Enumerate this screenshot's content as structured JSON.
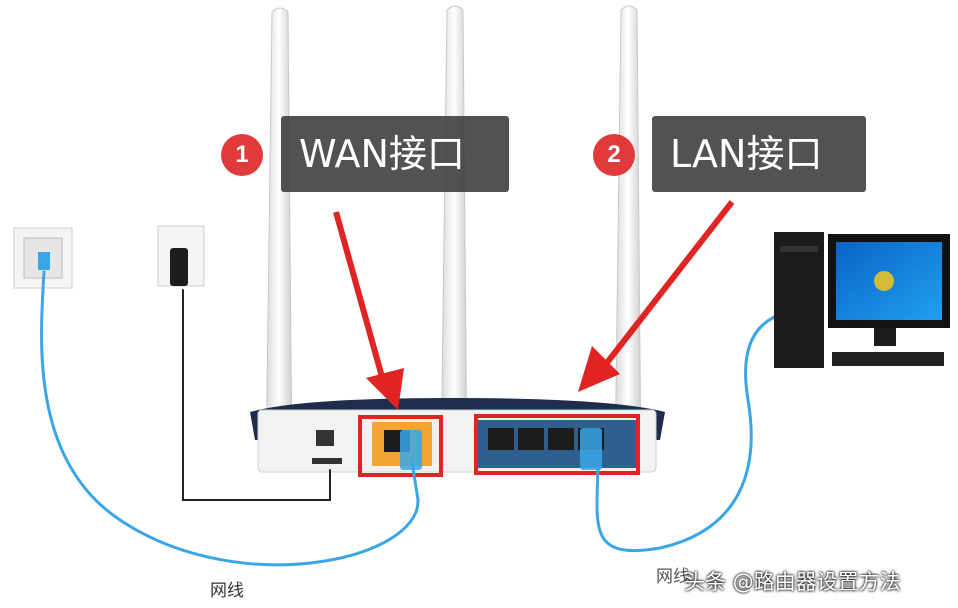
{
  "callouts": [
    {
      "number": "1",
      "label": "WAN接口"
    },
    {
      "number": "2",
      "label": "LAN接口"
    }
  ],
  "captions": {
    "cable_label": "网线",
    "partial_caption": "网线"
  },
  "watermark": "头条 @路由器设置方法",
  "colors": {
    "cable": "#3aa6e8",
    "highlight": "#e02424",
    "callout_bg": "#3a3a3a",
    "badge": "#e23a3a"
  }
}
